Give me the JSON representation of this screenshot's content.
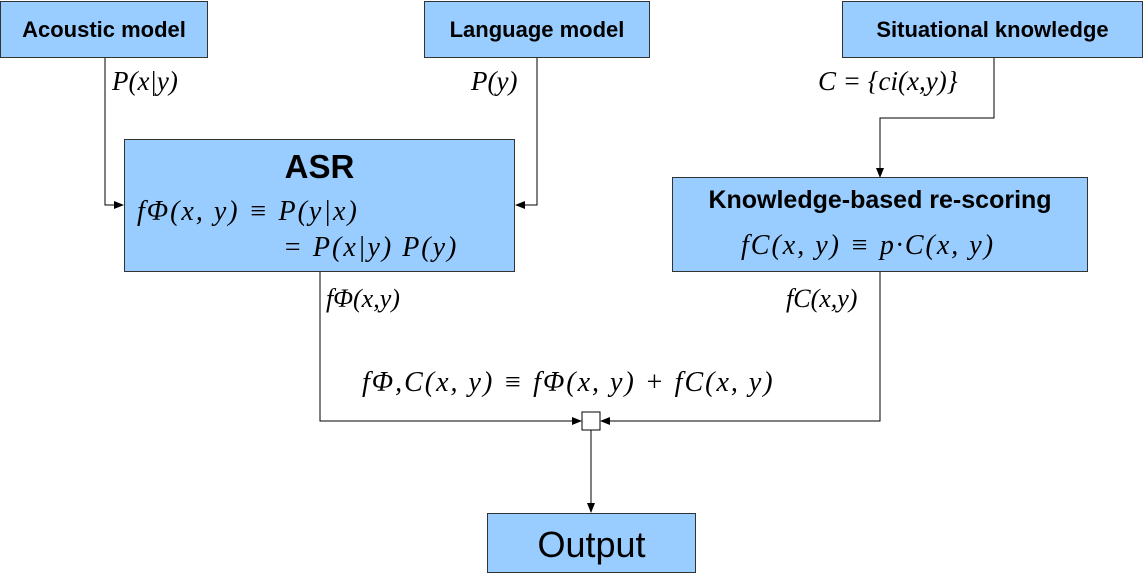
{
  "boxes": {
    "acoustic_model": "Acoustic model",
    "language_model": "Language model",
    "situational_knowledge": "Situational knowledge",
    "asr": "ASR",
    "rescoring": "Knowledge-based re-scoring",
    "output": "Output"
  },
  "edge_labels": {
    "acoustic_prob": "P(x|y)",
    "language_prob": "P(y)",
    "knowledge_set": "C = {ci(x,y)}",
    "asr_score": "fΦ(x,y)",
    "rescoring_score": "fC(x,y)"
  },
  "formulas": {
    "asr_line1": "fΦ(x, y) ≡ P(y|x)",
    "asr_line2": "= P(x|y) P(y)",
    "rescoring": "fC(x, y) ≡ p·C(x, y)",
    "combined": "fΦ,C(x, y) ≡ fΦ(x, y) + fC(x, y)"
  }
}
